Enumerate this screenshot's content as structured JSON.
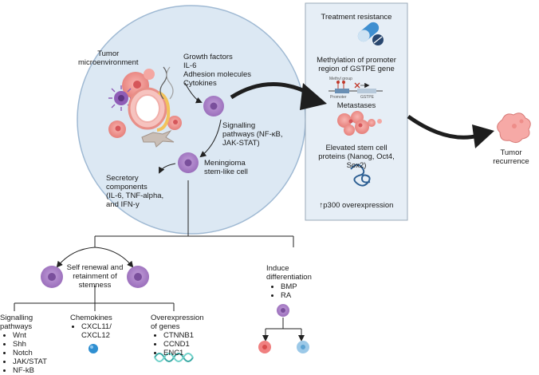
{
  "circle": {
    "tumor_microenvironment": [
      "Tumor",
      "microenvironment"
    ],
    "factors": [
      "Growth factors",
      "IL-6",
      "Adhesion molecules",
      "Cytokines"
    ],
    "signalling": [
      "Signalling",
      "pathways (NF-κB,",
      "JAK-STAT)"
    ],
    "meningioma": [
      "Meningioma",
      "stem-like cell"
    ],
    "secretory": [
      "Secretory",
      "components",
      "(IL-6, TNF-alpha,",
      "and IFN-y"
    ]
  },
  "panel": {
    "treatment_resistance": "Treatment resistance",
    "methylation": [
      "Methylation of promoter",
      "region of GSTPE gene"
    ],
    "methyl_group": "Methyl group",
    "promoter": "Promoter",
    "gstpe": "GSTPE",
    "metastases": "Metastases",
    "stem_cell": [
      "Elevated stem cell",
      "proteins (Nanog, Oct4,",
      "Sox2)"
    ],
    "p300": "↑p300 overexpression"
  },
  "recurrence": [
    "Tumor",
    "recurrence"
  ],
  "self_renewal": [
    "Self renewal and",
    "retainment of",
    "stemness"
  ],
  "induce": {
    "title": [
      "Induce",
      "differentiation"
    ],
    "items": [
      "BMP",
      "RA"
    ]
  },
  "signalling_pathways": {
    "title": [
      "Signalling",
      "pathways"
    ],
    "items": [
      "Wnt",
      "Shh",
      "Notch",
      "JAK/STAT",
      "NF-kB"
    ]
  },
  "chemokines": {
    "title": "Chemokines",
    "items": [
      "CXCL11/",
      "CXCL12"
    ]
  },
  "overexpression": {
    "title": [
      "Overexpression",
      "of genes"
    ],
    "items": [
      "CTNNB1",
      "CCND1",
      "ENC1"
    ]
  },
  "colors": {
    "circle_fill": "#dce8f3",
    "circle_stroke": "#9fb9d3",
    "panel_fill": "#e6eef6",
    "cell_outer": "#a97fc7",
    "cell_nucleus": "#7a4f9c",
    "tumor_cell": "#f19a9a",
    "red_cell": "#f08080",
    "blue_cell": "#9cc9e8"
  }
}
